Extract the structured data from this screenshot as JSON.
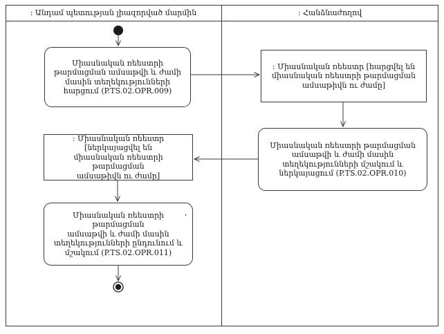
{
  "lanes": [
    {
      "label": ": Անդամ պետության լիազորված մարմին"
    },
    {
      "label": ": Հանձնաժողով"
    }
  ],
  "nodes": {
    "activity_opr_009": {
      "type": "activity",
      "lines": [
        "Միասնական ռեեստրի",
        "թարմացման ամսաթվի և ժամի",
        "մասին տեղեկությունների",
        "հարցում (P.TS.02.OPR.009)"
      ]
    },
    "object_register_queried": {
      "type": "object",
      "lines": [
        ": Միասնական ռեեստր [հարցվել են",
        "միասնական ռեեստրի թարմացման",
        "ամսաթիվն ու ժամը]"
      ]
    },
    "activity_opr_010": {
      "type": "activity",
      "lines": [
        "Միասնական ռեեստրի թարմացման",
        "ամսաթվի և ժամի մասին",
        "տեղեկությունների մշակում և",
        "ներկայացում (P.TS.02.OPR.010)"
      ]
    },
    "object_register_presented": {
      "type": "object",
      "lines": [
        ": Միասնական ռեեստր [ներկայացվել են",
        "միասնական ռեեստրի թարմացման",
        "ամսաթիվն ու ժամը]"
      ]
    },
    "activity_opr_011": {
      "type": "activity",
      "lines": [
        "Միասնական ռեեստրի թարմացման",
        "ամսաթվի և ժամի մասին",
        "տեղեկությունների ընդունում և",
        "մշակում (P.TS.02.OPR.011)"
      ]
    }
  },
  "artifact_mark": ",",
  "colors": {
    "line": "#3a3a3a",
    "background": "#ffffff",
    "node_fill": "#ffffff"
  }
}
